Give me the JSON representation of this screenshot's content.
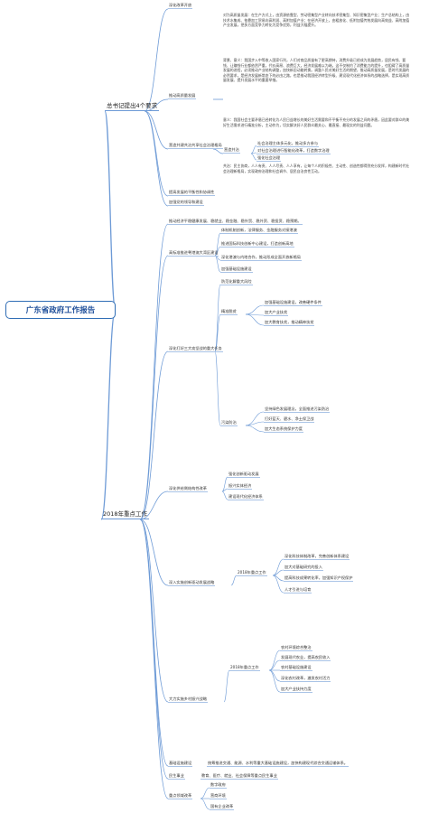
{
  "root": "广东省政府工作报告",
  "branch1": {
    "title": "总书记提出4个要求",
    "n1": "深化改革开放",
    "p1": "对为高质量发展：在生产方式上，由资源依靠型、劳动密集型产业转向技术密集型、知识密集型产业；生产总结构上，由技术水集成、依靠加工贸易向高利润、高附加值产业；在经济开放上，由粗放化、低附加值传统发展向高效益、高附加值产业发展，把多方面竞争力转化为竞争优势，利益大幅提升。",
    "n2": "推动高质量发展",
    "p2": "背景、意义：我国步入中等收入国家行列，人们对商品质量有了更高期待，消费升级已经成为发展趋势，居民有钱、要钱、让赚钱行业都依然严重，代价高昂、浪费巨大，经济发展难以为继。这不仅制约了消费能力的提升，也阻碍了高质量发展的进程，必须推动产业结构调整，加快新旧动能转换。调整人民对美好生活的期望，推动高质量发展，是时代发展的必然要求，是经济发展新常态下的必由之路，也是推动我国经济转型升级、建设现代化经济体系的战略选择，是实现高质量发展、提升发展水平的重要举措。",
    "n3": "营造共建共治共享社会治理格局",
    "p3": "意义：我国社会主要矛盾已经转化为人民日益增长的美好生活需要和不平衡不充分的发展之间的矛盾，因此要对群众的美好生活需求进行精准分析，主动作为，切实解决好人民群众最关心、最直接、最现实的利益问题。",
    "n4": "营造共治",
    "c1": "社会治理主体多元化，推动多方参与",
    "c2": "对社会治理进行智能化改革，打造数字治理",
    "c3": "强化社会治理",
    "p4": "共治：民主协商，人人有责、人人尽责、人人享有，让每个人的积极性、主动性、创造性都得到充分发挥，构建新时代社会治理新格局，实现政府治理和社会调节、居民自治良性互动。",
    "n5": "提高发展的平衡性和协调性",
    "n6": "加强党的领导和建设"
  },
  "branch2": {
    "title": "2018年重点工作",
    "s1": "推动经济平稳健康发展、稳就业、稳金融、稳外贸、稳外资、稳投资、稳预期。",
    "s2": "高标准推进粤港澳大湾区建设",
    "s2_items": [
      "体制机制创新，法律服务、金融服务对接港澳",
      "推进国际科技创新中心建设，打造创新高地",
      "深化港澳与内地合作，推动形成全面开放新格局",
      "加强基础设施建设"
    ],
    "s3": "深化打好三大攻坚战的重大任务",
    "s3_a": "防范化解重大风险",
    "s3_b": "精准脱贫",
    "s3_b_items": [
      "加强基础设施建设，改善硬件条件",
      "加大产业扶贫",
      "加大教育扶贫，推动精神扶贫"
    ],
    "s3_c": "污染防治",
    "s3_c_items": [
      "坚持绿色发展理念，全面推进污染防治",
      "打好蓝天、碧水、净土保卫战",
      "加大生态系统保护力度"
    ],
    "s4": "深化供给侧结构性改革",
    "s4_items": [
      "强化创新驱动发展",
      "振兴实体经济",
      "建设现代化经济体系"
    ],
    "s5": "深入实施创新驱动发展战略",
    "s5_sub": "2018年重点工作",
    "s5_items": [
      "深化科技体制改革，完善创新体系建设",
      "加大对基础研究的投入",
      "提高科技成果转化率，加强知识产权保护",
      "人才引进与培育"
    ],
    "s6": "大力实施乡村振兴战略",
    "s6_sub": "2018年重点工作",
    "s6_items": [
      "农村环境综合整治",
      "发展现代农业，提高农民收入",
      "农村基础设施建设",
      "深化农村改革，激发农村活力",
      "加大产业扶持力度"
    ],
    "s7": "基础设施建设",
    "s7_text": "统筹推进交通、能源、水利等重大基础设施建设，加快构建现代综合交通运输体系。",
    "s8": "民生事业",
    "s8_text": "教育、医疗、就业、社会保障等重点民生事业",
    "s9": "重点领域改革",
    "s9_items": [
      "数字政府",
      "营商环境",
      "国有企业改革"
    ]
  },
  "colors": {
    "root_border": "#2f6db5",
    "line": "#6d9ad6"
  }
}
